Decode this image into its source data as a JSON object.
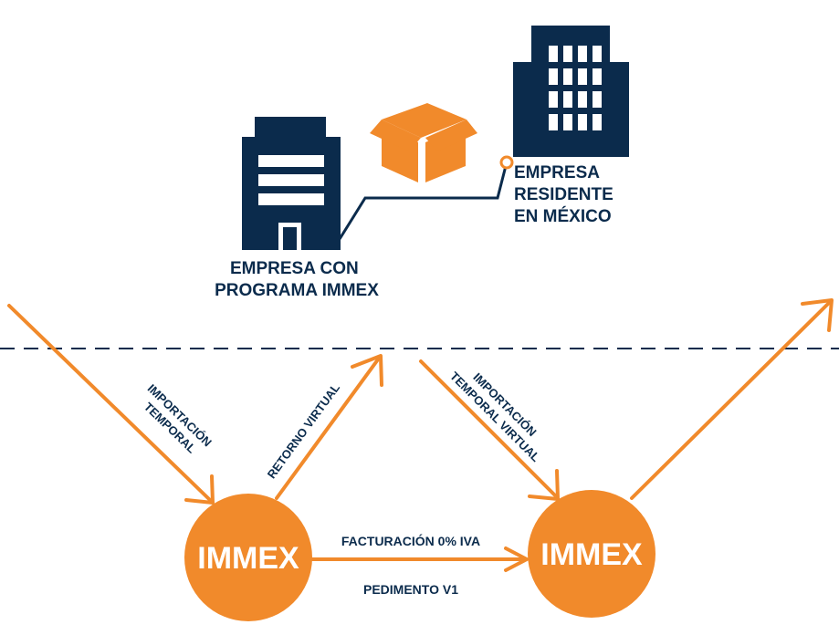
{
  "colors": {
    "navy": "#0b2b4c",
    "orange": "#f18a2b",
    "white": "#ffffff"
  },
  "buildings": {
    "immex_company": {
      "label_line1": "EMPRESA CON",
      "label_line2": "PROGRAMA IMMEX"
    },
    "mexico_company": {
      "label_line1": "EMPRESA",
      "label_line2": "RESIDENTE",
      "label_line3": "EN MÉXICO"
    }
  },
  "flows": {
    "temporary_import": {
      "line1": "IMPORTACIÓN",
      "line2": "TEMPORAL"
    },
    "virtual_return": {
      "label": "RETORNO VIRTUAL"
    },
    "virtual_temporary_import": {
      "line1": "IMPORTACIÓN",
      "line2": "TEMPORAL VIRTUAL"
    },
    "invoice": {
      "label": "FACTURACIÓN 0% IVA"
    },
    "customs": {
      "label": "PEDIMENTO V1"
    }
  },
  "nodes": {
    "immex_left": {
      "label": "IMMEX"
    },
    "immex_right": {
      "label": "IMMEX"
    }
  }
}
